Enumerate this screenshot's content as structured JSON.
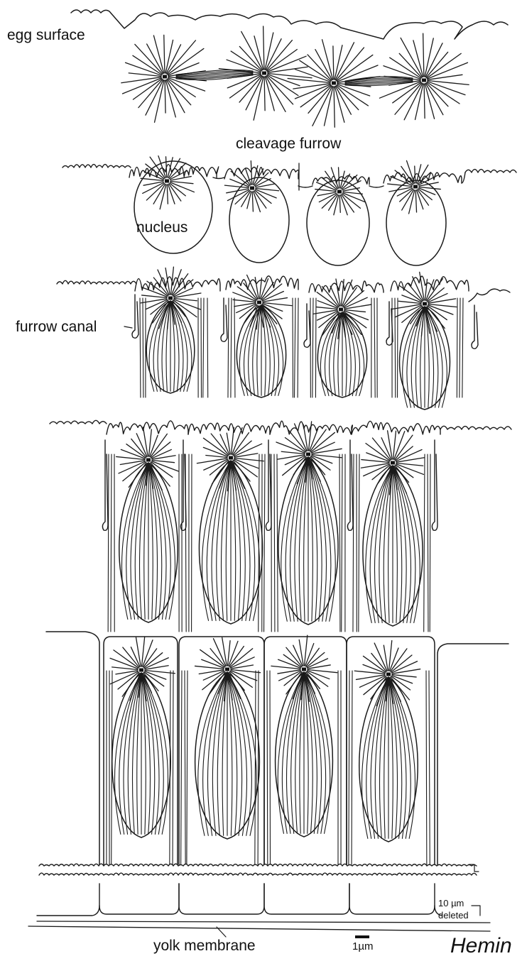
{
  "labels": {
    "egg_surface": "egg surface",
    "cleavage_furrow": "cleavage furrow",
    "nucleus": "nucleus",
    "furrow_canal": "furrow canal",
    "yolk_membrane": "yolk membrane",
    "scale_bar": "1µm",
    "deleted_length": "10 µm",
    "deleted": "deleted",
    "taxon": "Hemin"
  },
  "colors": {
    "ink": "#1a1a1a",
    "background": "#ffffff"
  }
}
